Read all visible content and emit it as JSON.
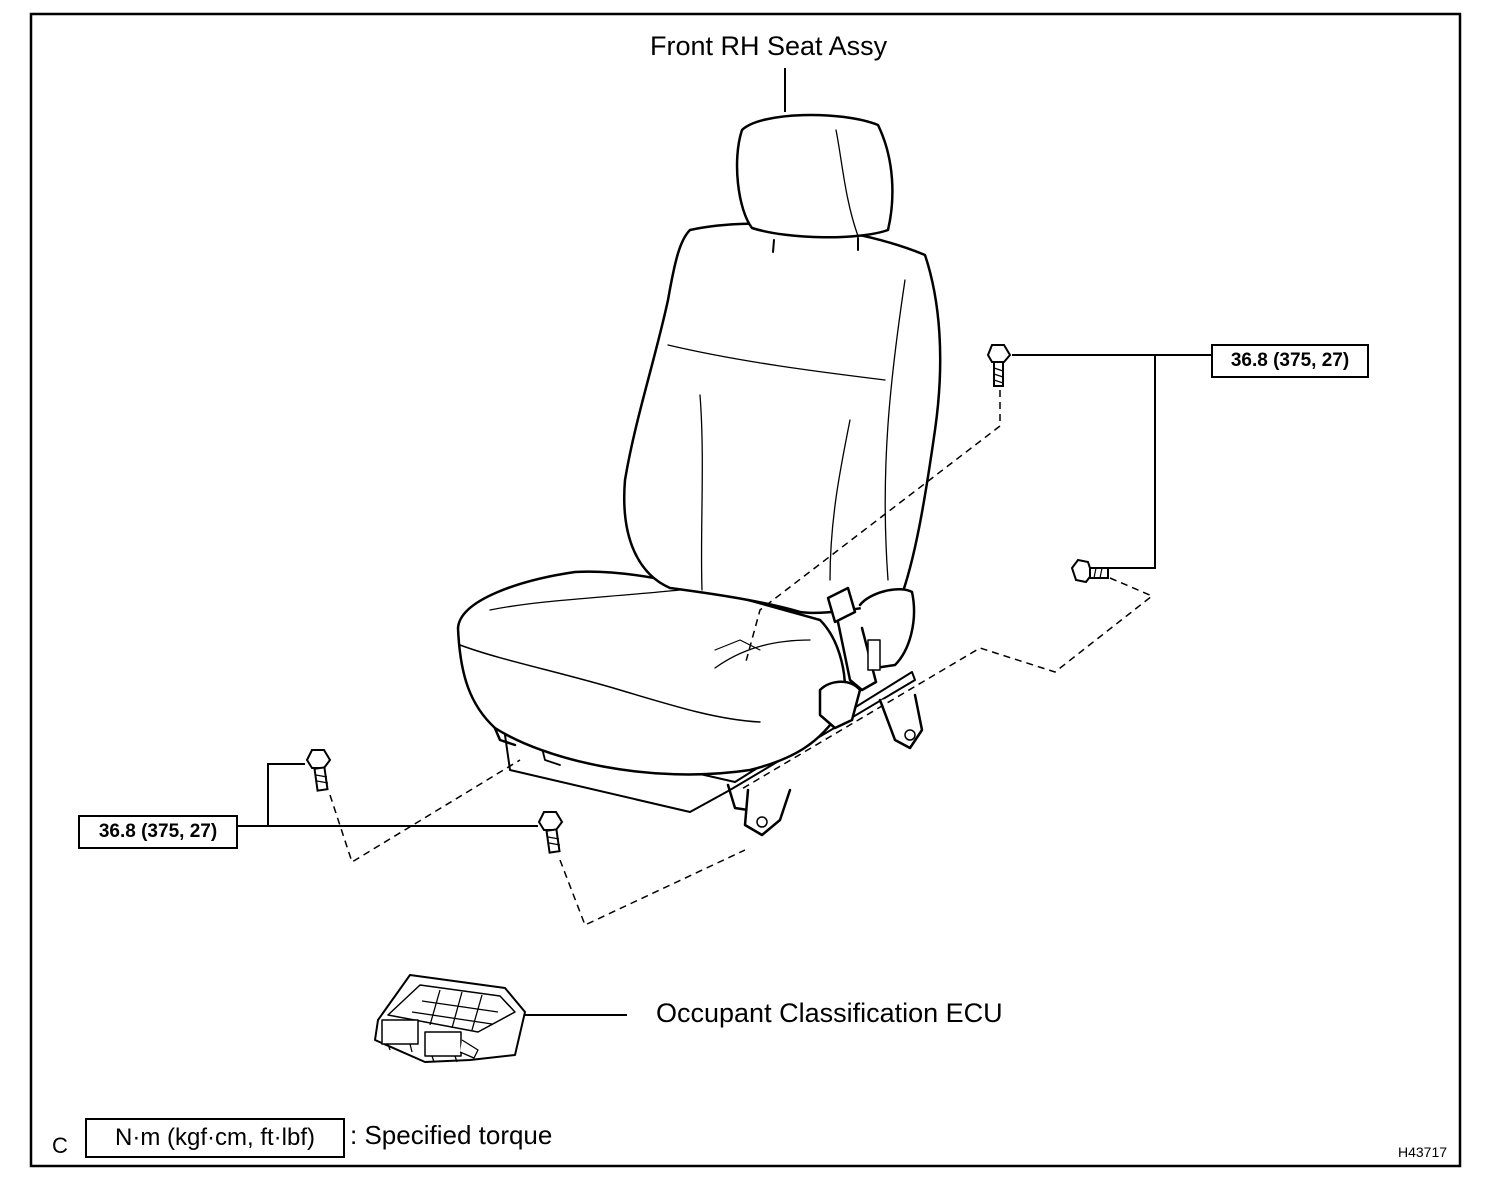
{
  "labels": {
    "seat_assy": "Front RH Seat Assy",
    "ecu": "Occupant Classification ECU",
    "corner_letter": "C",
    "figure_id": "H43717"
  },
  "torque": {
    "right_bolts": "36.8 (375, 27)",
    "left_bolts": "36.8 (375, 27)"
  },
  "legend": {
    "unit": "N·m (kgf·cm, ft·lbf)",
    "description": ": Specified torque"
  }
}
